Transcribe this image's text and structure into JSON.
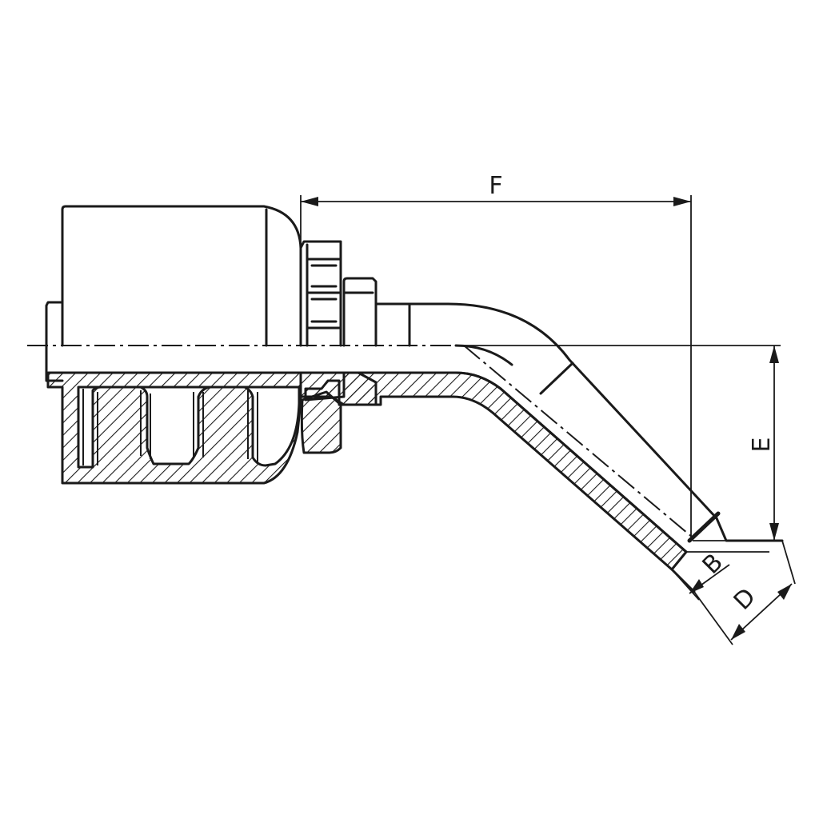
{
  "dimensions": {
    "F": "F",
    "E": "E",
    "B": "B",
    "D": "D"
  }
}
